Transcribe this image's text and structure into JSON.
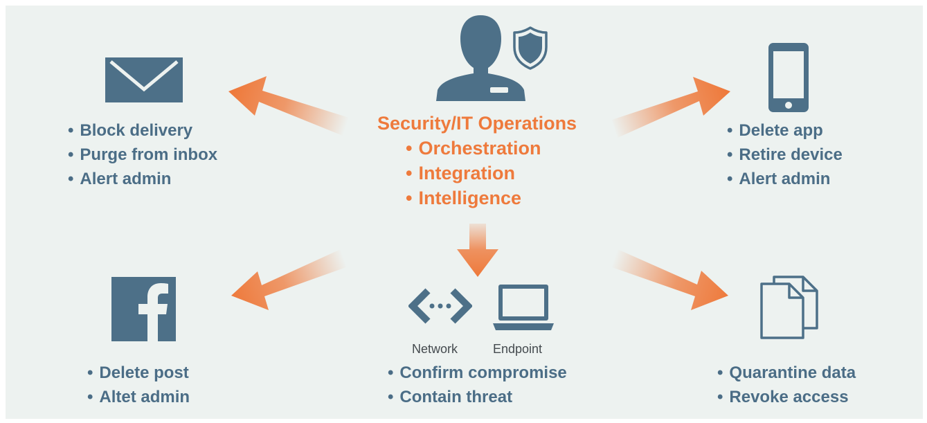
{
  "center": {
    "title": "Security/IT Operations",
    "items": [
      "Orchestration",
      "Integration",
      "Intelligence"
    ],
    "icons": [
      "person-icon",
      "shield-icon"
    ]
  },
  "email": {
    "icon": "envelope-icon",
    "items": [
      "Block delivery",
      "Purge from inbox",
      "Alert admin"
    ]
  },
  "mobile": {
    "icon": "smartphone-icon",
    "items": [
      "Delete app",
      "Retire device",
      "Alert admin"
    ]
  },
  "social": {
    "icon": "facebook-icon",
    "items": [
      "Delete post",
      "Altet admin"
    ]
  },
  "network_endpoint": {
    "labels": {
      "network": "Network",
      "endpoint": "Endpoint"
    },
    "icons": [
      "network-icon",
      "laptop-icon"
    ],
    "items": [
      "Confirm compromise",
      "Contain threat"
    ]
  },
  "data": {
    "icon": "documents-icon",
    "items": [
      "Quarantine data",
      "Revoke access"
    ]
  },
  "colors": {
    "accent": "#ee7a3c",
    "icon": "#4d7088",
    "text": "#4b6d86",
    "background": "#edf2f0"
  }
}
